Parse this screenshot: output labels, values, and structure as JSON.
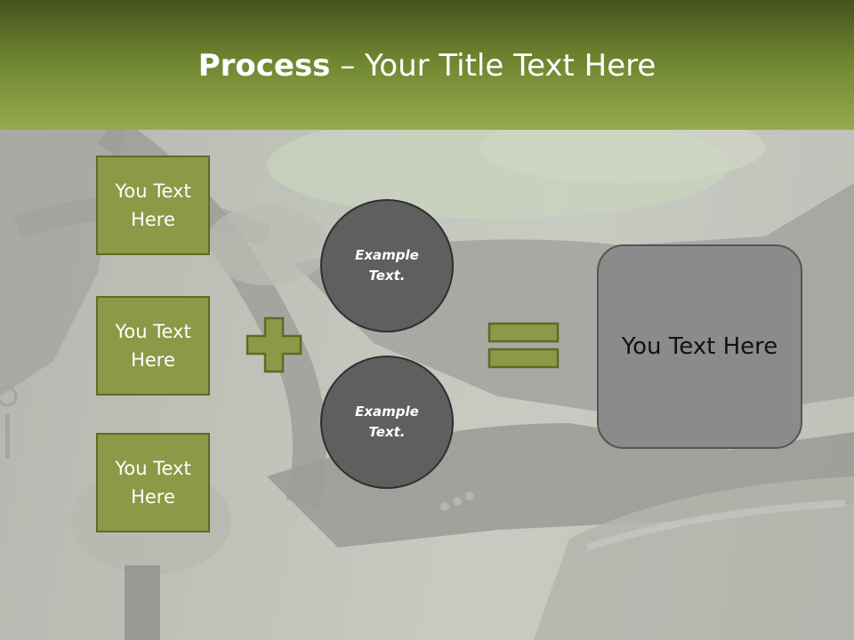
{
  "title": {
    "bold": "Process",
    "rest": " – Your Title Text Here"
  },
  "boxes": [
    {
      "label": "You Text Here"
    },
    {
      "label": "You Text Here"
    },
    {
      "label": "You Text Here"
    }
  ],
  "circles": [
    {
      "label": "Example Text."
    },
    {
      "label": "Example Text."
    }
  ],
  "result": {
    "label": "You Text Here"
  },
  "colors": {
    "header_dark": "#44521f",
    "header_light": "#95aa4e",
    "box_fill": "#8a9a46",
    "box_border": "#5e6a28",
    "circle_fill": "#5f5f5f",
    "result_fill": "#8b8b8b"
  },
  "icons": {
    "plus": "plus-icon",
    "equals": "equals-icon"
  }
}
